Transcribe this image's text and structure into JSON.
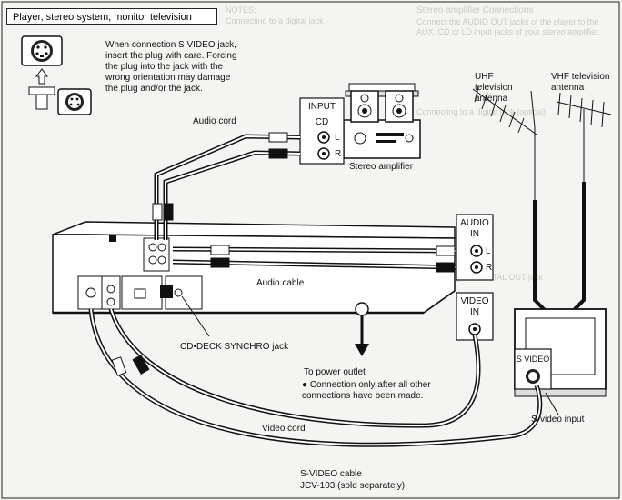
{
  "title": "Player, stereo system, monitor television",
  "warning": "When connection S VIDEO jack, insert the plug with care. Forcing the plug into the jack with the wrong orientation may damage the plug and/or the jack.",
  "input_box": {
    "title": "INPUT",
    "cd": "CD",
    "left": "L",
    "right": "R"
  },
  "audio_in_box": {
    "title": "AUDIO",
    "title2": "IN",
    "left": "L",
    "right": "R"
  },
  "video_in_box": {
    "title": "VIDEO",
    "title2": "IN"
  },
  "svideo_box": {
    "title": "S VIDEO"
  },
  "labels": {
    "audio_cord": "Audio cord",
    "stereo_amplifier": "Stereo amplifier",
    "uhf_antenna": "UHF television antenna",
    "vhf_antenna": "VHF television antenna",
    "audio_cable": "Audio cable",
    "cd_deck_synchro": "CD•DECK SYNCHRO jack",
    "to_power_outlet": "To power outlet",
    "power_note": "Connection only after all other connections have been made.",
    "video_cord": "Video cord",
    "svideo_input": "S-video input",
    "svideo_cable": "S-VIDEO cable",
    "svideo_model": "JCV-103 (sold separately)"
  },
  "ghost_text": {
    "notes_heading": "NOTES:",
    "note_title": "Connecting to a digital jack",
    "stereo_heading": "Stereo amplifier Connections",
    "stereo_intro": "Connect the AUDIO OUT jacks of the player to the AUX, CD or LD input jacks of your stereo amplifier.",
    "optical_heading": "Connecting to a digital jack (optical)",
    "digital_item": "When using the DIGITAL OUT jack"
  },
  "colors": {
    "ink": "#111111",
    "paper": "#f4f4f2",
    "ghost": "#c9c9c6",
    "panel": "#2b2b2b"
  }
}
